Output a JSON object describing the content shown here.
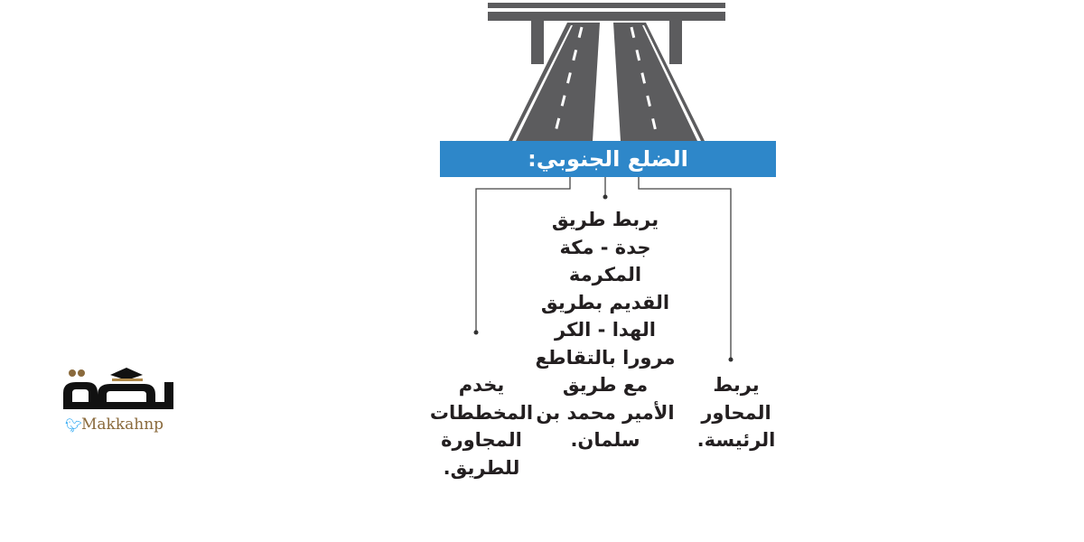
{
  "title": "الضلع الجنوبي:",
  "columns": {
    "center": [
      "يربط طريق",
      "جدة - مكة",
      "المكرمة",
      "القديم بطريق",
      "الهدا - الكر",
      "مرورا بالتقاطع",
      "مع طريق",
      "الأمير محمد بن",
      "سلمان."
    ],
    "left": [
      "يخدم",
      "المخططات",
      "المجاورة",
      "للطريق."
    ],
    "right": [
      "يربط",
      "المحاور",
      "الرئيسة."
    ]
  },
  "logo": {
    "text": "مكة",
    "handle": "Makkahnp"
  },
  "colors": {
    "banner": "#2e87c9",
    "road": "#58585a",
    "text": "#231f20",
    "gold": "#8a6a3c",
    "twitter": "#1da1f2"
  }
}
